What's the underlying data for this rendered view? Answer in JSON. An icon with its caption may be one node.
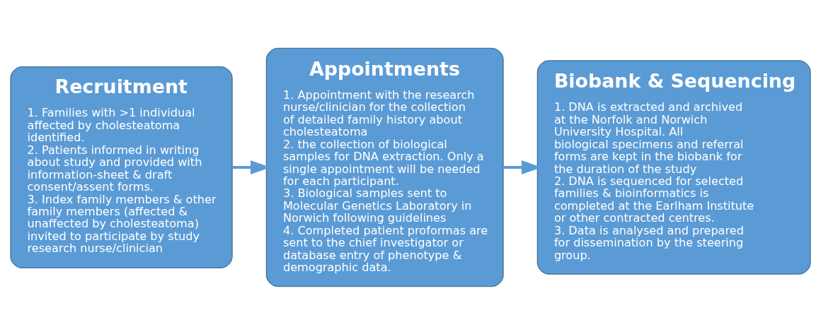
{
  "diagram": {
    "nodes": [
      {
        "text": [
          "Recruitment",
          "1. Families with >1 individual affected by cholesteatoma identified.",
          "2. Patients informed in writing about study and provided with information-sheet & draft consent/assent forms.",
          "3. Index family members & other family members (affected & unaffected by cholesteatoma) invited to participate by study research nurse/clinician"
        ]
      },
      {
        "text": [
          "Appointments",
          "1. Appointment with the research nurse/clinician for the collection of detailed family history about cholesteatoma",
          "2. the collection of biological samples for DNA extraction. Only a single appointment will be needed for each participant.",
          "3. Biological samples sent to Molecular Genetics Laboratory in Norwich following guidelines",
          "4. Completed patient proformas are sent to the chief investigator or database entry of phenotype & demographic data."
        ]
      },
      {
        "text": [
          "Biobank & Sequencing",
          "1. DNA is extracted and archived at the Norfolk and Norwich University Hospital. All biological specimens and referral forms are kept in the biobank for the duration of the study",
          "2. DNA is sequenced for selected families & bioinformatics is completed at the Earlham Institute or other contracted centres.",
          "3. Data is analysed and prepared for dissemination by the steering group."
        ]
      }
    ],
    "edges": [
      {
        "from": 0,
        "to": 1,
        "arrow": "to"
      },
      {
        "from": 1,
        "to": 2,
        "arrow": "to"
      }
    ]
  }
}
